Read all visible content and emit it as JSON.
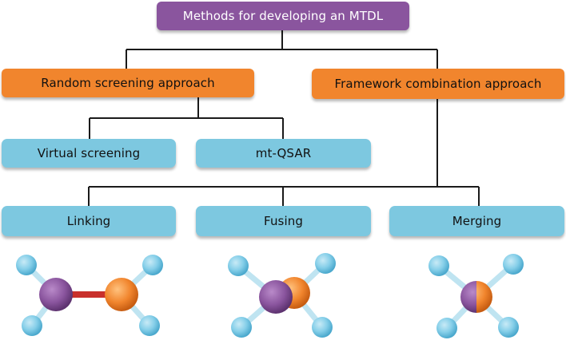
{
  "root": {
    "label": "Methods for developing an MTDL"
  },
  "approaches": {
    "random": "Random screening approach",
    "framework": "Framework combination approach"
  },
  "random_methods": {
    "virtual": "Virtual screening",
    "qsar": "mt-QSAR"
  },
  "framework_methods": {
    "linking": "Linking",
    "fusing": "Fusing",
    "merging": "Merging"
  },
  "colors": {
    "root": "#8a559e",
    "approach": "#f1852d",
    "method": "#7dc8e0",
    "atom_purple": "#8a559e",
    "atom_orange": "#f1852d",
    "atom_blue": "#7fcbe6",
    "linker": "#c9302c"
  },
  "icons": [
    "linked-molecule-icon",
    "fused-molecule-icon",
    "merged-molecule-icon"
  ]
}
